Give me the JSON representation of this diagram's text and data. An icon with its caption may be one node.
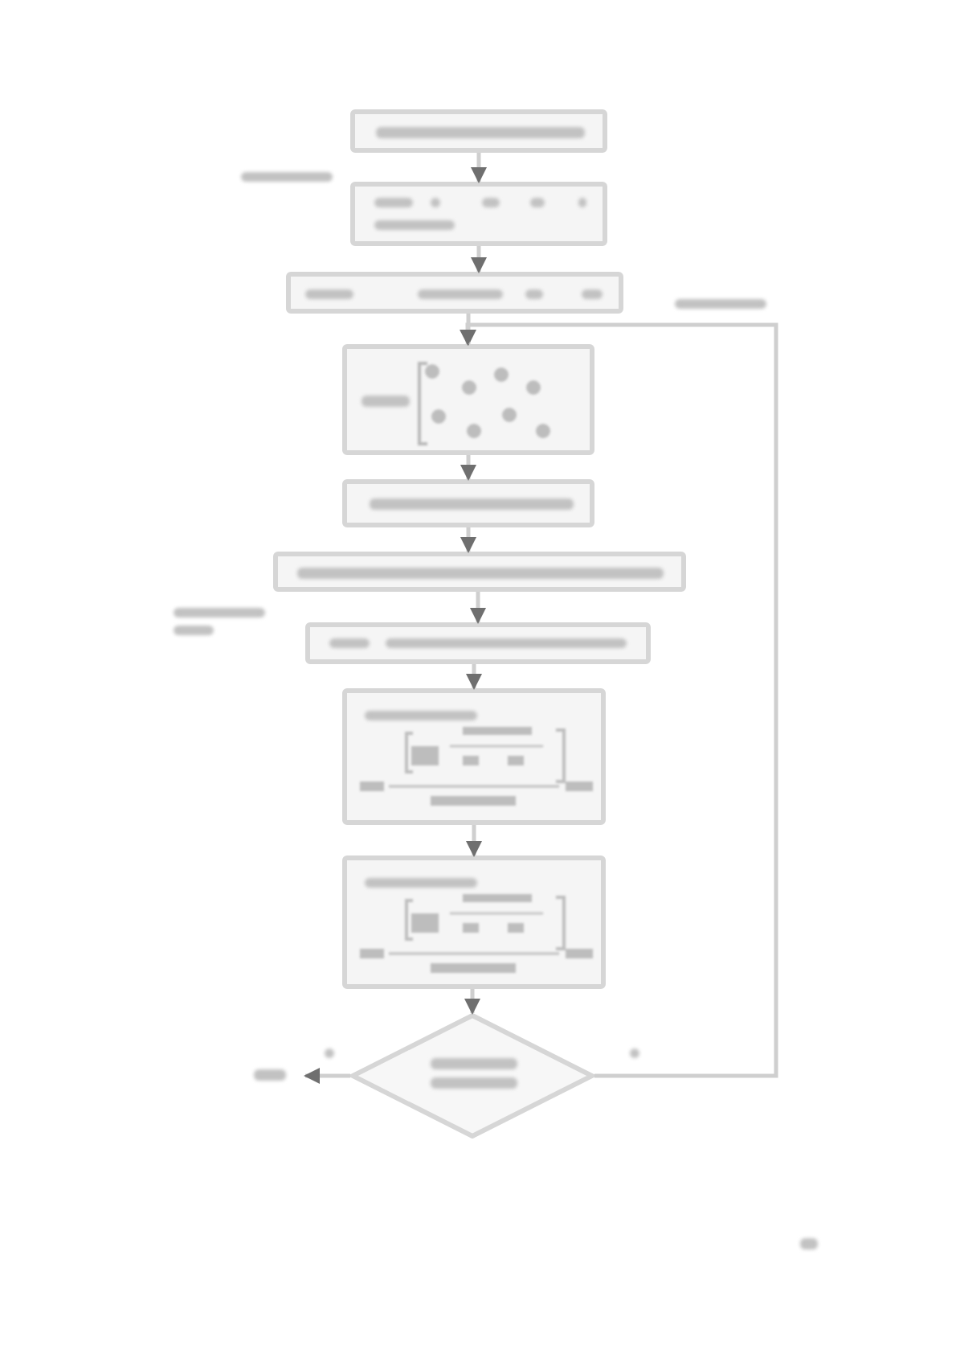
{
  "diagram": {
    "nodes": [
      {
        "text": [],
        "shape": "box"
      },
      {
        "text": [],
        "shape": "box"
      },
      {
        "text": [],
        "shape": "box"
      },
      {
        "text": [],
        "shape": "box"
      },
      {
        "text": [],
        "shape": "box"
      },
      {
        "text": [],
        "shape": "box"
      },
      {
        "text": [],
        "shape": "box"
      },
      {
        "text": [],
        "shape": "box"
      },
      {
        "text": [],
        "shape": "box"
      },
      {
        "text": [],
        "shape": "diamond"
      }
    ],
    "edges": [
      {
        "from": 0,
        "to": 1,
        "arrow": "to"
      },
      {
        "from": 1,
        "to": 2,
        "arrow": "to"
      },
      {
        "from": 2,
        "to": 3,
        "arrow": "to"
      },
      {
        "from": 3,
        "to": 4,
        "arrow": "to"
      },
      {
        "from": 4,
        "to": 5,
        "arrow": "to"
      },
      {
        "from": 5,
        "to": 6,
        "arrow": "to"
      },
      {
        "from": 6,
        "to": 7,
        "arrow": "to"
      },
      {
        "from": 7,
        "to": 8,
        "arrow": "to"
      },
      {
        "from": 8,
        "to": 9,
        "arrow": "to"
      },
      {
        "from": 9,
        "to": 3,
        "arrow": "to"
      },
      {
        "from": 9,
        "to": null,
        "arrow": "to"
      }
    ]
  }
}
